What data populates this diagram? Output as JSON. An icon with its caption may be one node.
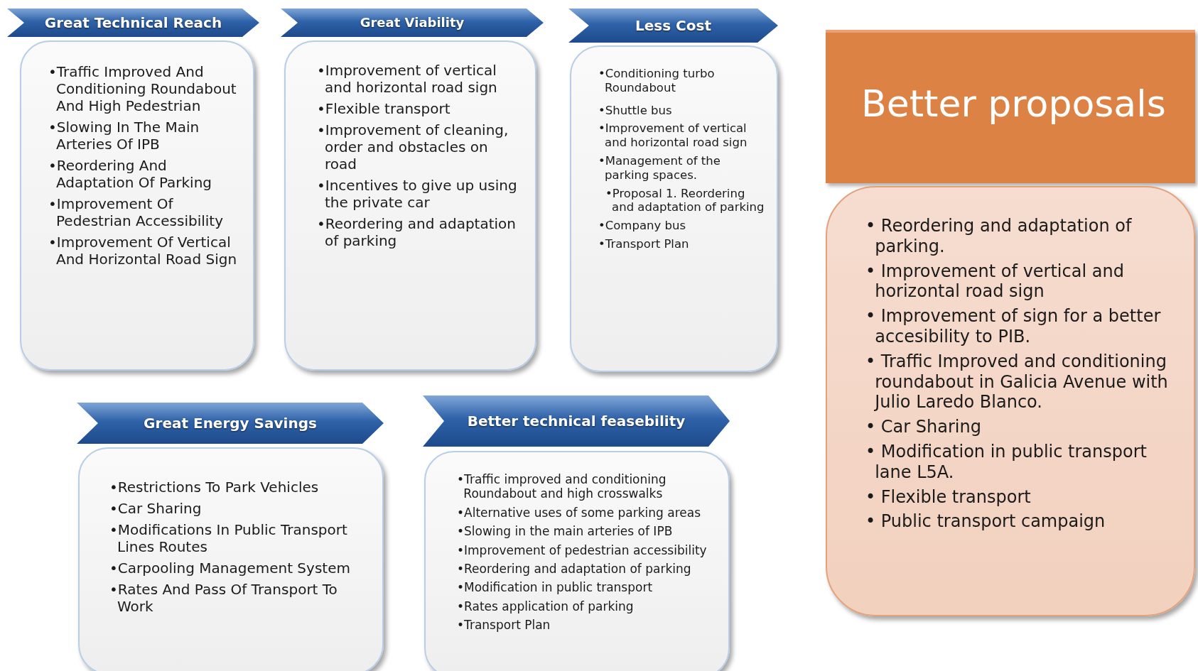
{
  "diagram": {
    "nodes": [
      {
        "text": [
          "Great Technical Reach",
          "•Traffic Improved And Conditioning Roundabout And High Pedestrian",
          "•Slowing In The Main Arteries Of IPB",
          "•Reordering And Adaptation Of Parking",
          "•Improvement Of Pedestrian Accessibility",
          "•Improvement Of Vertical And Horizontal Road Sign"
        ]
      },
      {
        "text": [
          "Great Viability",
          "•Improvement of vertical and horizontal road sign",
          "•Flexible transport",
          "•Improvement of cleaning, order and obstacles on road",
          "•Incentives to give up using the private car",
          "•Reordering and adaptation of parking"
        ]
      },
      {
        "text": [
          "Less Cost",
          "•Conditioning turbo Roundabout",
          "•Shuttle bus",
          "•Improvement of vertical and horizontal road sign",
          "•Management of the parking spaces.",
          "•Proposal 1. Reordering and adaptation of parking",
          "•Company bus",
          "•Transport Plan"
        ]
      },
      {
        "text": [
          "Great Energy Savings",
          "•Restrictions To Park Vehicles",
          "•Car Sharing",
          "•Modifications In Public Transport Lines Routes",
          "•Carpooling Management System",
          "•Rates And Pass Of Transport To Work"
        ]
      },
      {
        "text": [
          "Better technical feasebility",
          "•Traffic improved and conditioning Roundabout and high crosswalks",
          "•Alternative uses of some parking areas",
          "•Slowing in the main arteries of IPB",
          "•Improvement of pedestrian accessibility",
          "•Reordering and adaptation of parking",
          "•Modification in public transport",
          "•Rates application of parking",
          "•Transport Plan"
        ]
      },
      {
        "text": [
          "Better proposals",
          "• Reordering and adaptation of parking.",
          "• Improvement of vertical and horizontal road sign",
          "• Improvement of sign for a better accesibility to PIB.",
          "• Traffic Improved and conditioning roundabout in Galicia Avenue with Julio Laredo Blanco.",
          "• Car Sharing",
          "• Modification in public transport lane L5A.",
          "• Flexible transport",
          "• Public transport campaign"
        ]
      }
    ],
    "edges": []
  }
}
